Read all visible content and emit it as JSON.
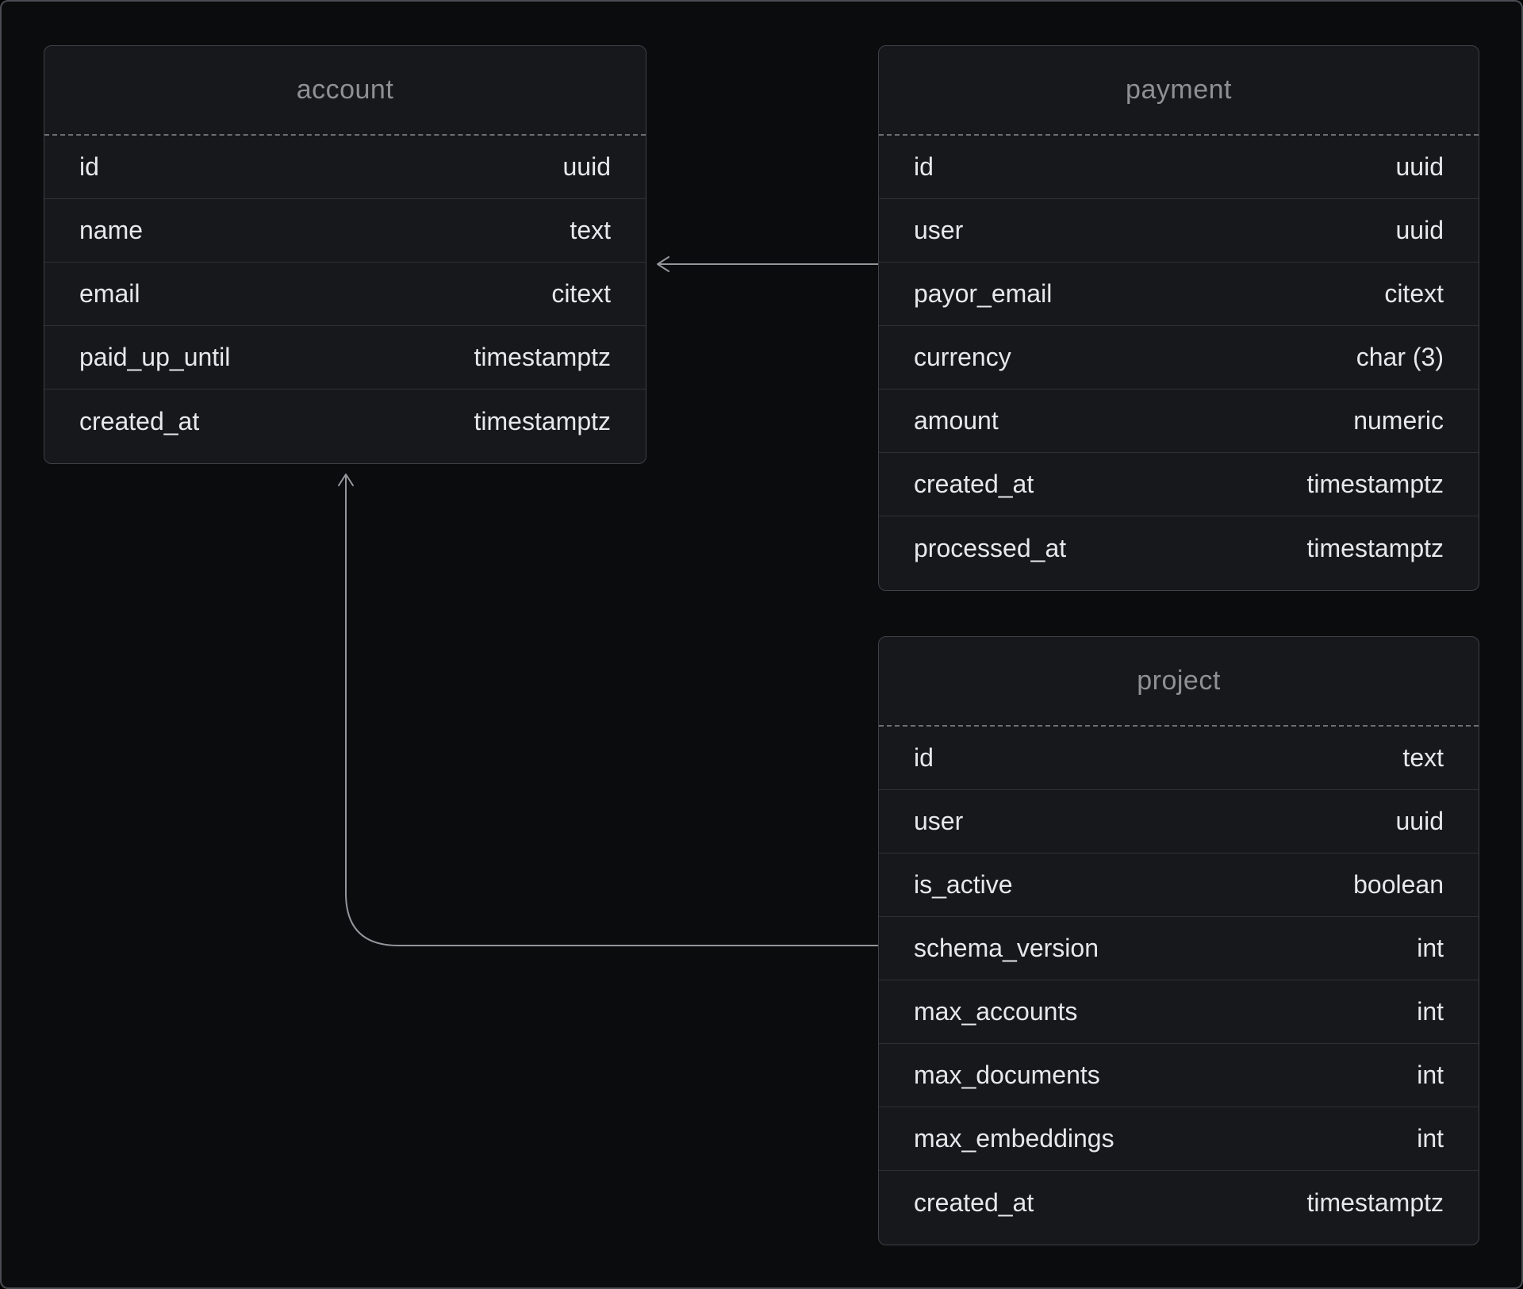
{
  "diagram": {
    "kind": "database-schema",
    "colors": {
      "canvas_background": "#0b0c0e",
      "table_background": "#17181b",
      "table_border": "#3d4046",
      "header_text": "#8e9095",
      "row_text": "#e7e8ea",
      "row_separator": "#2e3035",
      "header_separator": "#6d6f76",
      "connector": "#94969b",
      "outer_frame": "#4b4d54"
    }
  },
  "tables": [
    {
      "title": "account",
      "columns": [
        {
          "name": "id",
          "type": "uuid"
        },
        {
          "name": "name",
          "type": "text"
        },
        {
          "name": "email",
          "type": "citext"
        },
        {
          "name": "paid_up_until",
          "type": "timestamptz"
        },
        {
          "name": "created_at",
          "type": "timestamptz"
        }
      ]
    },
    {
      "title": "payment",
      "columns": [
        {
          "name": "id",
          "type": "uuid"
        },
        {
          "name": "user",
          "type": "uuid"
        },
        {
          "name": "payor_email",
          "type": "citext"
        },
        {
          "name": "currency",
          "type": "char (3)"
        },
        {
          "name": "amount",
          "type": "numeric"
        },
        {
          "name": "created_at",
          "type": "timestamptz"
        },
        {
          "name": "processed_at",
          "type": "timestamptz"
        }
      ]
    },
    {
      "title": "project",
      "columns": [
        {
          "name": "id",
          "type": "text"
        },
        {
          "name": "user",
          "type": "uuid"
        },
        {
          "name": "is_active",
          "type": "boolean"
        },
        {
          "name": "schema_version",
          "type": "int"
        },
        {
          "name": "max_accounts",
          "type": "int"
        },
        {
          "name": "max_documents",
          "type": "int"
        },
        {
          "name": "max_embeddings",
          "type": "int"
        },
        {
          "name": "created_at",
          "type": "timestamptz"
        }
      ]
    }
  ],
  "relations": [
    {
      "from": "payment",
      "to": "account"
    },
    {
      "from": "project",
      "to": "account"
    }
  ]
}
